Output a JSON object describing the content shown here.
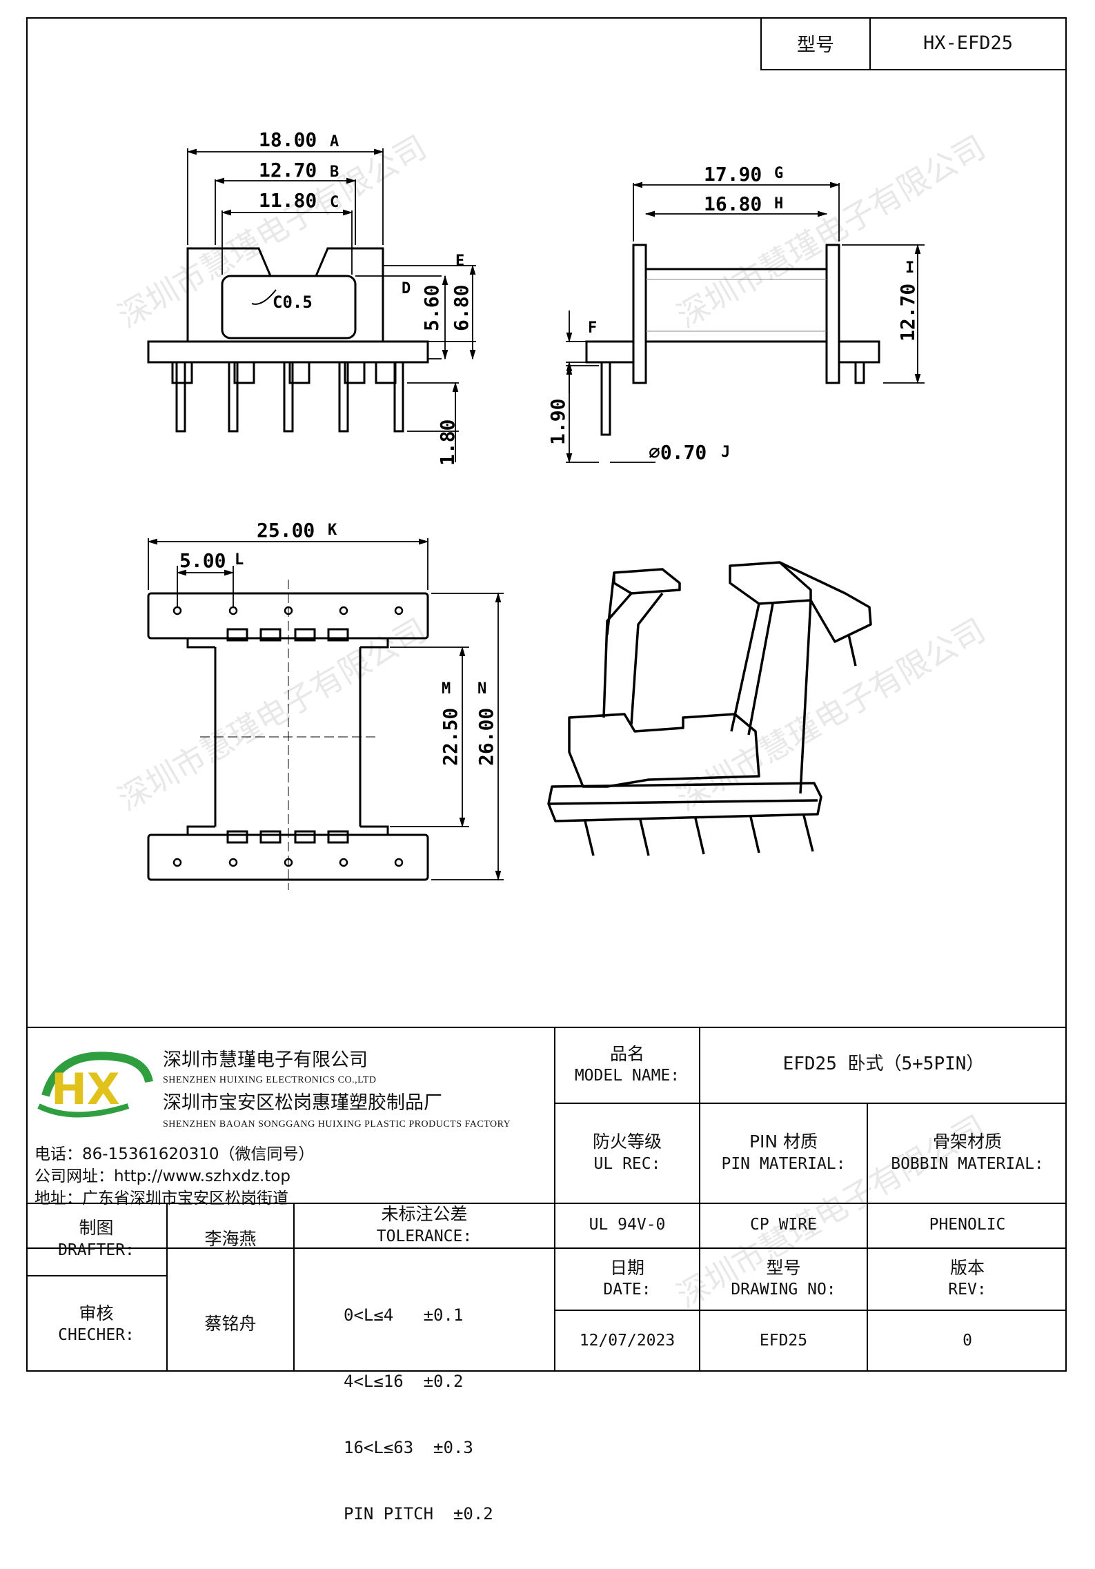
{
  "header": {
    "model_label": "型号",
    "model_value": "HX-EFD25"
  },
  "drawing": {
    "front": {
      "dim_a": "18.00",
      "tag_a": "A",
      "dim_b": "12.70",
      "tag_b": "B",
      "dim_c": "11.80",
      "tag_c": "C",
      "chamfer": "C0.5",
      "tag_d": "D",
      "dim_d": "5.60",
      "tag_e": "E",
      "dim_e": "6.80",
      "dim_pin": "1.80"
    },
    "side": {
      "dim_g": "17.90",
      "tag_g": "G",
      "dim_h": "16.80",
      "tag_h": "H",
      "tag_i": "I",
      "dim_i": "12.70",
      "tag_f": "F",
      "dim_f": "1.90",
      "dim_j": "⌀0.70",
      "tag_j": "J"
    },
    "bottom": {
      "dim_k": "25.00",
      "tag_k": "K",
      "dim_l": "5.00",
      "tag_l": "L",
      "dim_m": "22.50",
      "tag_m": "M",
      "dim_n": "26.00",
      "tag_n": "N"
    }
  },
  "watermark": "深圳市慧瑾电子有限公司",
  "company": {
    "name_cn": "深圳市慧瑾电子有限公司",
    "name_en": "SHENZHEN HUIXING ELECTRONICS CO.,LTD",
    "factory_cn": "深圳市宝安区松岗惠瑾塑胶制品厂",
    "factory_en": "SHENZHEN BAOAN SONGGANG HUIXING PLASTIC PRODUCTS FACTORY",
    "phone": "电话：86-15361620310（微信同号）",
    "website": "公司网址：http://www.szhxdz.top",
    "address": "地址：广东省深圳市宝安区松岗街道",
    "logo_text": "HX",
    "colors": {
      "logo_green": "#2e9e3e",
      "logo_yellow": "#e0c21a"
    }
  },
  "title_block": {
    "model_name_label_cn": "品名",
    "model_name_label_en": "MODEL NAME:",
    "model_name_value": "EFD25 卧式（5+5PIN）",
    "ul_label_cn": "防火等级",
    "ul_label_en": "UL REC:",
    "pin_label_cn": "PIN 材质",
    "pin_label_en": "PIN MATERIAL:",
    "bobbin_label_cn": "骨架材质",
    "bobbin_label_en": "BOBBIN MATERIAL:",
    "ul_value": "UL 94V-0",
    "pin_value": "CP WIRE",
    "bobbin_value": "PHENOLIC",
    "drafter_label_cn": "制图",
    "drafter_label_en": "DRAFTER:",
    "drafter_name": "李海燕",
    "checker_label_cn": "审核",
    "checker_label_en": "CHECHER:",
    "checker_name": "蔡铭舟",
    "tolerance_label_cn": "未标注公差",
    "tolerance_label_en": "TOLERANCE:",
    "tolerances": [
      "0<L≤4   ±0.1",
      "4<L≤16  ±0.2",
      "16<L≤63  ±0.3",
      "PIN PITCH  ±0.2"
    ],
    "date_label_cn": "日期",
    "date_label_en": "DATE:",
    "date_value": "12/07/2023",
    "drawing_no_label_cn": "型号",
    "drawing_no_label_en": "DRAWING NO:",
    "drawing_no_value": "EFD25",
    "rev_label_cn": "版本",
    "rev_label_en": "REV:",
    "rev_value": "0"
  }
}
